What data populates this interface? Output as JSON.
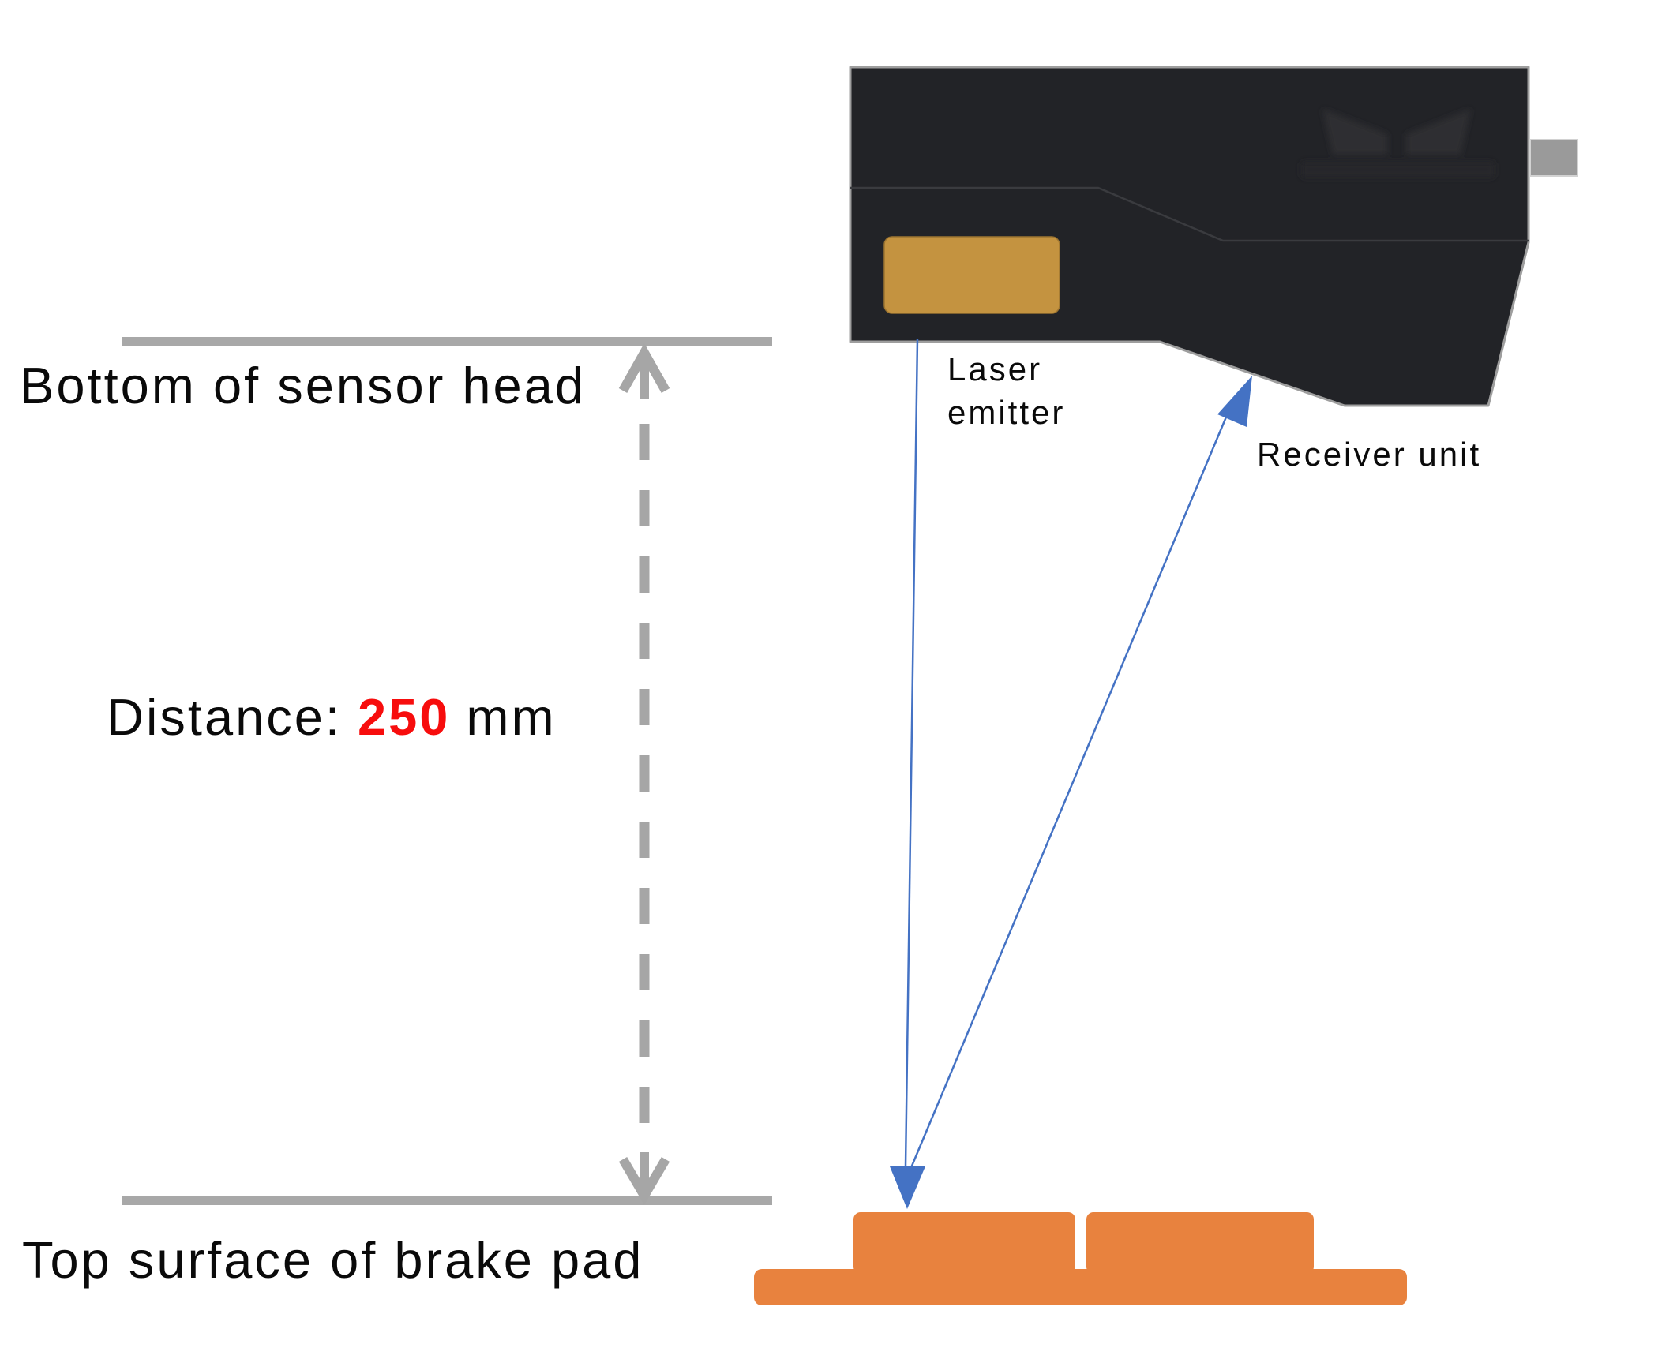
{
  "annotations": {
    "bottom_reference": "Bottom of sensor head",
    "top_reference": "Top surface of brake pad",
    "laser_emitter": "Laser emitter",
    "receiver_unit": "Receiver unit",
    "distance_prefix": "Distance:",
    "distance_value": "250",
    "distance_unit": "mm"
  },
  "icons": {
    "dimension_line": "double-headed-dashed-dimension-arrow",
    "laser_spot_arrow": "filled-down-arrowhead",
    "receiver_arrow": "filled-up-right-arrowhead",
    "watermark": "mech-mind-butterfly-logo-watermark"
  },
  "colors": {
    "reference_line_gray": "#a8a8a8",
    "dimension_gray": "#a6a6a6",
    "beam_blue": "#4472c4",
    "pad_orange": "#e8823e",
    "device_dark": "#222327",
    "device_edge_gray": "#9e9e9e",
    "seam_gray": "#3a3b3f",
    "emitter_gold": "#c49340",
    "emitter_gold_border": "#9c7430",
    "connector_gray": "#9a9a9a",
    "connector_edge": "#d2d2d2",
    "value_red": "#f70d0d",
    "text_black": "#0a0a0a",
    "watermark_gray": "#2e2f33",
    "watermark_text_gray": "#26272b",
    "page_bg": "#ffffff"
  }
}
